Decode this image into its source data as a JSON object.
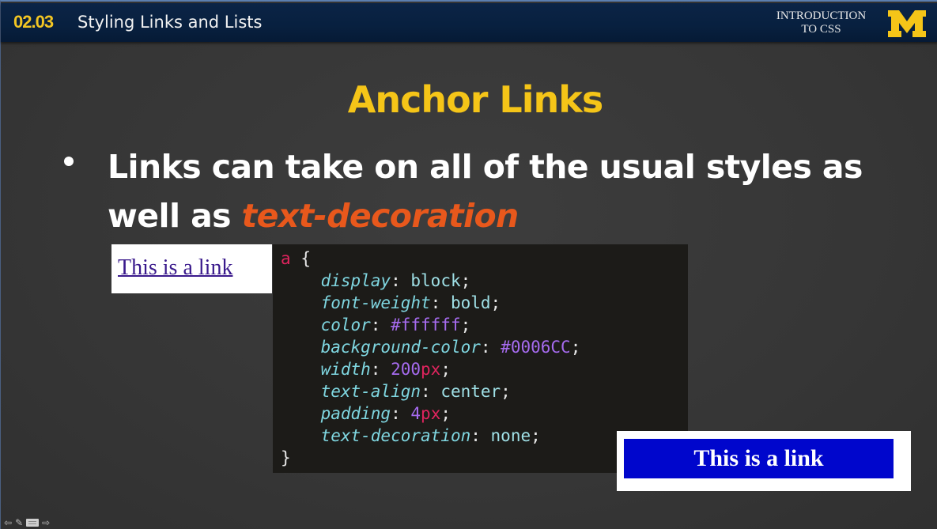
{
  "header": {
    "lesson_number": "02.03",
    "lesson_title": "Styling Links and Lists",
    "course_line1": "INTRODUCTION",
    "course_line2": "TO CSS",
    "logo": "block-M-logo",
    "logo_color": "#f5c518",
    "background_color": "#08203f"
  },
  "slide": {
    "title": "Anchor Links",
    "title_color": "#f5c518",
    "bullet": {
      "text_before": "Links can take on all of the usual styles as well as ",
      "emphasis": "text-decoration",
      "emphasis_color": "#e8581c"
    }
  },
  "demo_plain_link": {
    "text": "This is a link",
    "color": "#3a1a8c"
  },
  "code": {
    "selector": "a",
    "open_brace": "{",
    "close_brace": "}",
    "declarations": [
      {
        "property": "display",
        "value": "block",
        "value_type": "keyword"
      },
      {
        "property": "font-weight",
        "value": "bold",
        "value_type": "keyword"
      },
      {
        "property": "color",
        "value": "#ffffff",
        "value_type": "hex"
      },
      {
        "property": "background-color",
        "value": "#0006CC",
        "value_type": "hex"
      },
      {
        "property": "width",
        "number": "200",
        "unit": "px",
        "value_type": "length"
      },
      {
        "property": "text-align",
        "value": "center",
        "value_type": "keyword"
      },
      {
        "property": "padding",
        "number": "4",
        "unit": "px",
        "value_type": "length"
      },
      {
        "property": "text-decoration",
        "value": "none",
        "value_type": "keyword"
      }
    ]
  },
  "demo_styled_link": {
    "text": "This is a link",
    "background_color": "#0006cc",
    "text_color": "#ffffff"
  },
  "player_controls": {
    "items": [
      {
        "icon": "arrow-left-icon",
        "glyph": "⇦"
      },
      {
        "icon": "pen-icon",
        "glyph": "✎"
      },
      {
        "icon": "screen-icon",
        "glyph": ""
      },
      {
        "icon": "arrow-right-icon",
        "glyph": "⇨"
      }
    ]
  }
}
